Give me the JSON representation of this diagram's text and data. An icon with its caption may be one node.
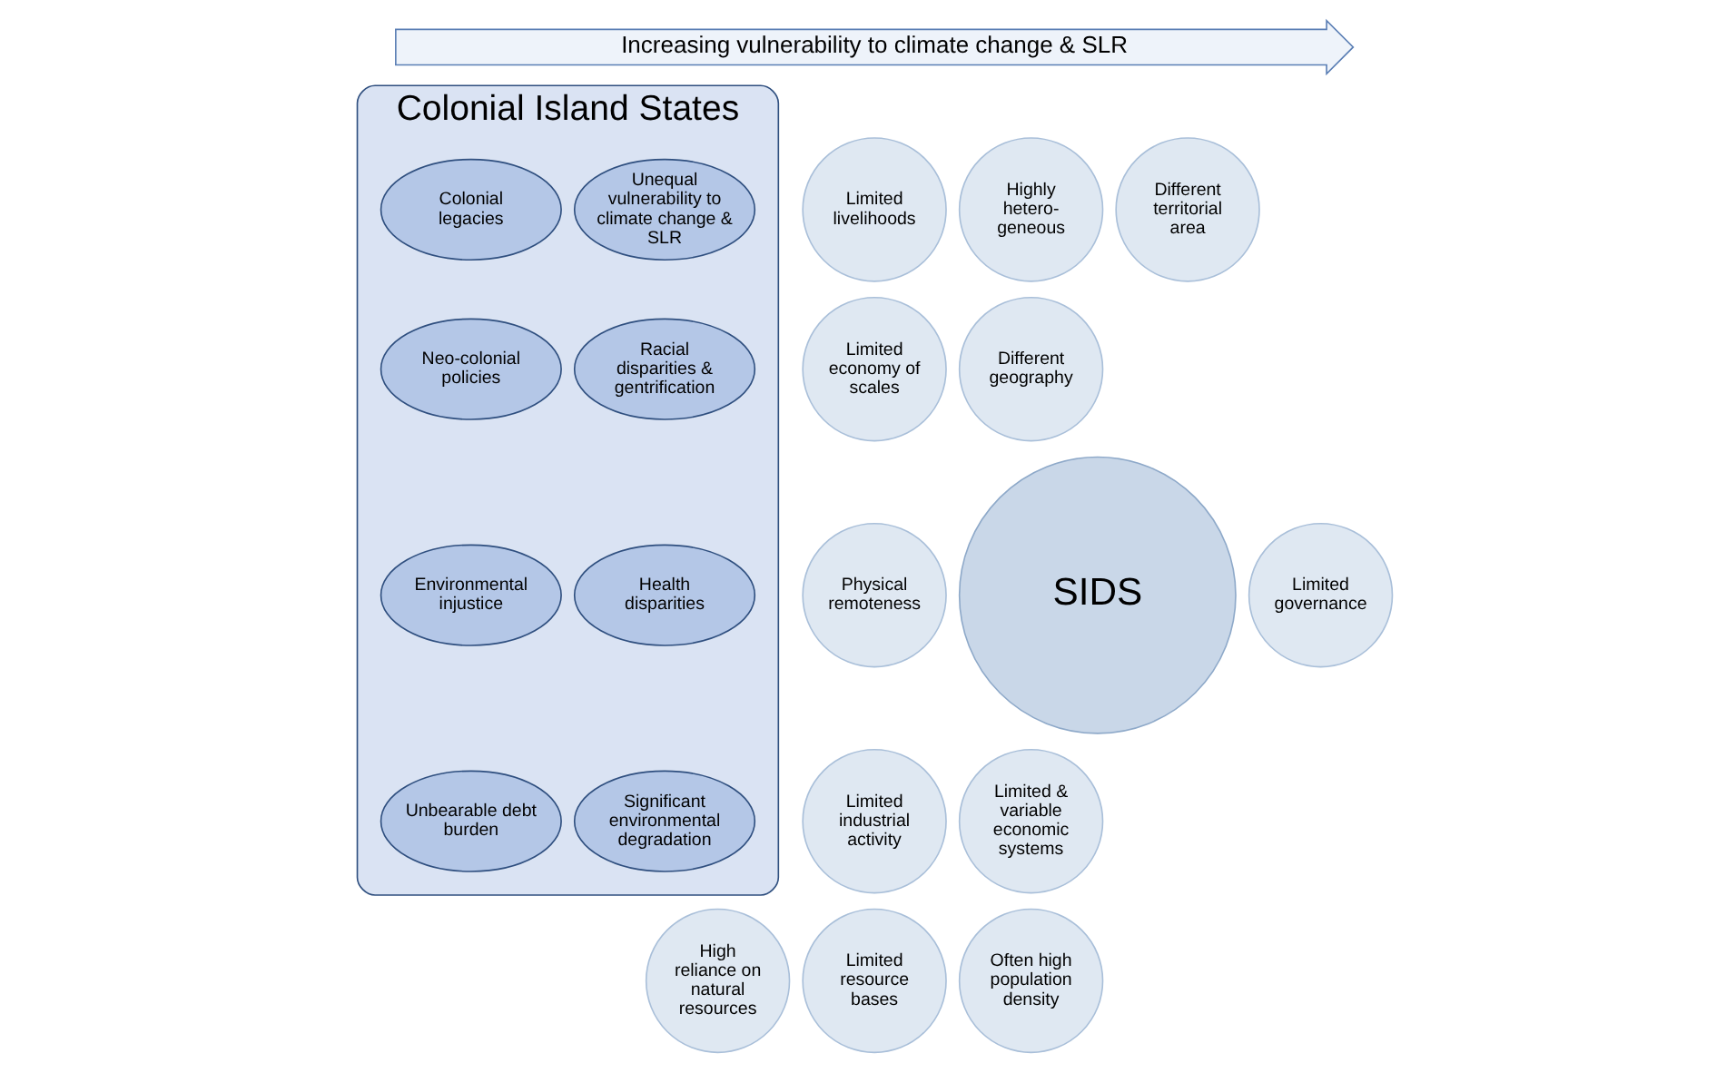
{
  "diagram": {
    "nodes": [
      {
        "text": [
          "Increasing vulnerability to climate change & SLR"
        ]
      },
      {
        "text": [
          "SIDS"
        ]
      },
      {
        "text": [
          "Highly hetero- geneous"
        ]
      },
      {
        "text": [
          "Different territorial area"
        ]
      },
      {
        "text": [
          "Different geography"
        ]
      },
      {
        "text": [
          "Limited governance"
        ]
      },
      {
        "text": [
          "Limited & variable economic systems"
        ]
      },
      {
        "text": [
          "Often high population density"
        ]
      },
      {
        "text": [
          "Limited resource bases"
        ]
      },
      {
        "text": [
          "High reliance on natural resources"
        ]
      },
      {
        "text": [
          "Limited industrial activity"
        ]
      },
      {
        "text": [
          "Physical remoteness"
        ]
      },
      {
        "text": [
          "Limited economy of scales"
        ]
      },
      {
        "text": [
          "Limited livelihoods"
        ]
      },
      {
        "text": [
          "Colonial Island States"
        ]
      },
      {
        "text": [
          "Colonial legacies"
        ],
        "in": 14
      },
      {
        "text": [
          "Unequal vulnerability to climate change & SLR"
        ],
        "in": 14
      },
      {
        "text": [
          "Neo-colonial policies"
        ],
        "in": 14
      },
      {
        "text": [
          "Racial disparities & gentrification"
        ],
        "in": 14
      },
      {
        "text": [
          "Environmental injustice"
        ],
        "in": 14
      },
      {
        "text": [
          "Health disparities"
        ],
        "in": 14
      },
      {
        "text": [
          "Unbearable debt burden"
        ],
        "in": 14
      },
      {
        "text": [
          "Significant environmental degradation"
        ],
        "in": 14
      }
    ]
  }
}
